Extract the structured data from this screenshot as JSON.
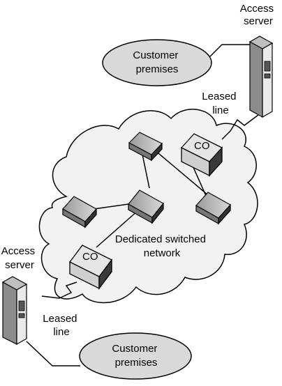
{
  "diagram": {
    "labels": {
      "access_server_top": [
        "Access",
        "server"
      ],
      "access_server_bottom": [
        "Access",
        "server"
      ],
      "customer_premises_top": [
        "Customer",
        "premises"
      ],
      "customer_premises_bottom": [
        "Customer",
        "premises"
      ],
      "leased_line_top": [
        "Leased",
        "line"
      ],
      "leased_line_bottom": [
        "Leased",
        "line"
      ],
      "network": [
        "Dedicated switched",
        "network"
      ],
      "co_top": "CO",
      "co_bottom": "CO"
    },
    "colors": {
      "cloud_fill": "#f2f2f2",
      "ellipse_fill": "#d9d9d9",
      "device_light": "#ffffff",
      "device_dark": "#404040",
      "line": "#000000"
    }
  }
}
